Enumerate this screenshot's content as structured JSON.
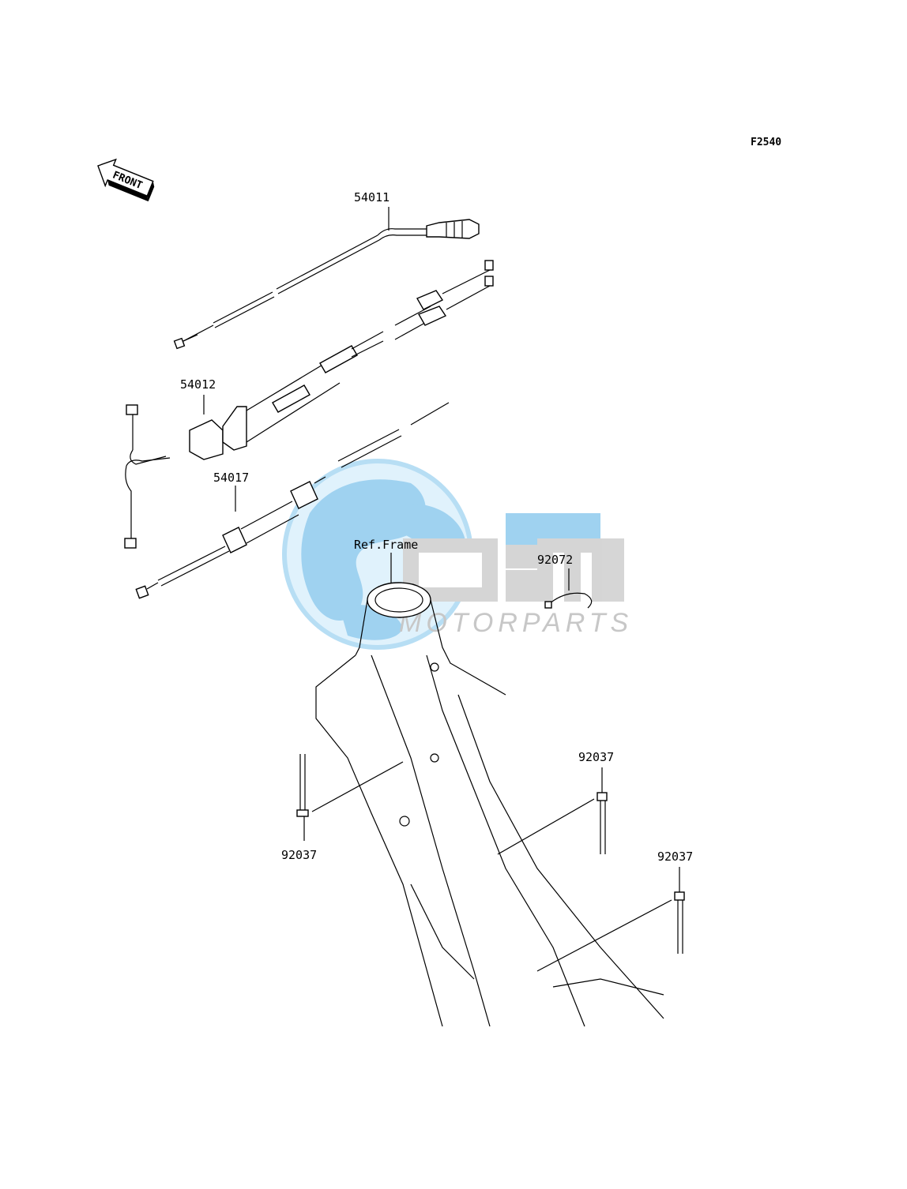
{
  "figure_code": "F2540",
  "front_arrow_label": "FRONT",
  "watermark": {
    "brand": "OSM",
    "subtitle": "MOTORPARTS",
    "color_light": "#bfe3f7",
    "color_blue": "#4aa8e0",
    "color_gray": "#c7c7c7"
  },
  "callouts": {
    "c54011": "54011",
    "c54012": "54012",
    "c54017": "54017",
    "ref_frame": "Ref.Frame",
    "c92072": "92072",
    "c92037_left": "92037",
    "c92037_mid": "92037",
    "c92037_right": "92037"
  }
}
